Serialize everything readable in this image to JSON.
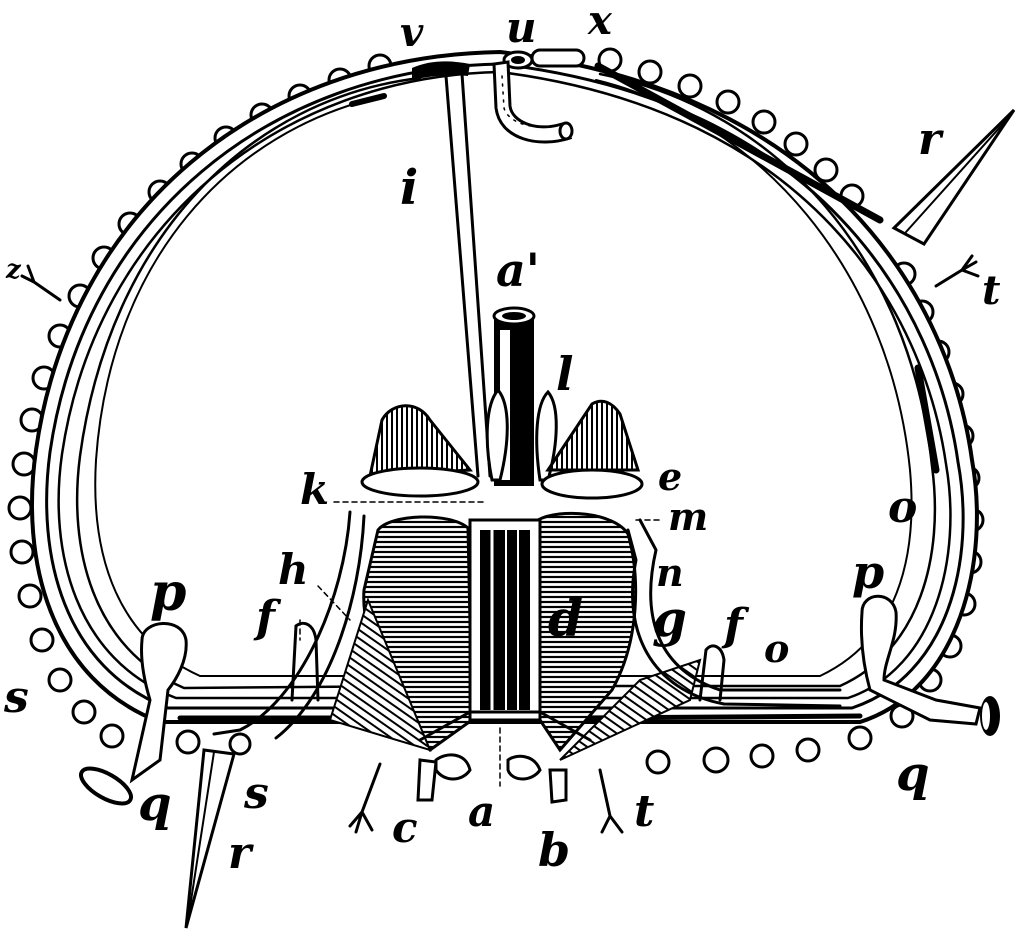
{
  "figure": {
    "labels": {
      "v": "v",
      "u": "u",
      "x": "x",
      "r_top": "r",
      "i": "i",
      "z": "z",
      "t_top": "t",
      "a_prime": "a'",
      "l": "l",
      "k": "k",
      "e": "e",
      "m": "m",
      "o_right": "o",
      "h": "h",
      "p_left": "p",
      "n": "n",
      "p_right": "p",
      "f_left": "f",
      "d": "d",
      "g": "g",
      "f_right": "f",
      "o_lower": "o",
      "s_left": "s",
      "q_left": "q",
      "s_lower": "s",
      "c": "c",
      "a": "a",
      "b": "b",
      "t_lower": "t",
      "r_lower": "r",
      "q_right": "q"
    }
  }
}
